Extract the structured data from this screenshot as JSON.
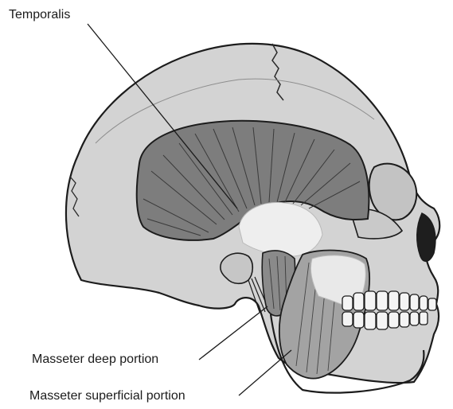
{
  "labels": {
    "temporalis": "Temporalis",
    "masseter_deep": "Masseter deep portion",
    "masseter_superficial": "Masseter superficial portion"
  },
  "colors": {
    "bone": "#d3d3d3",
    "muscle": "#7d7d7d",
    "muscle_light": "#a3a3a3",
    "tendon": "#eeeeee",
    "outline": "#1c1c1c",
    "background": "#ffffff"
  }
}
